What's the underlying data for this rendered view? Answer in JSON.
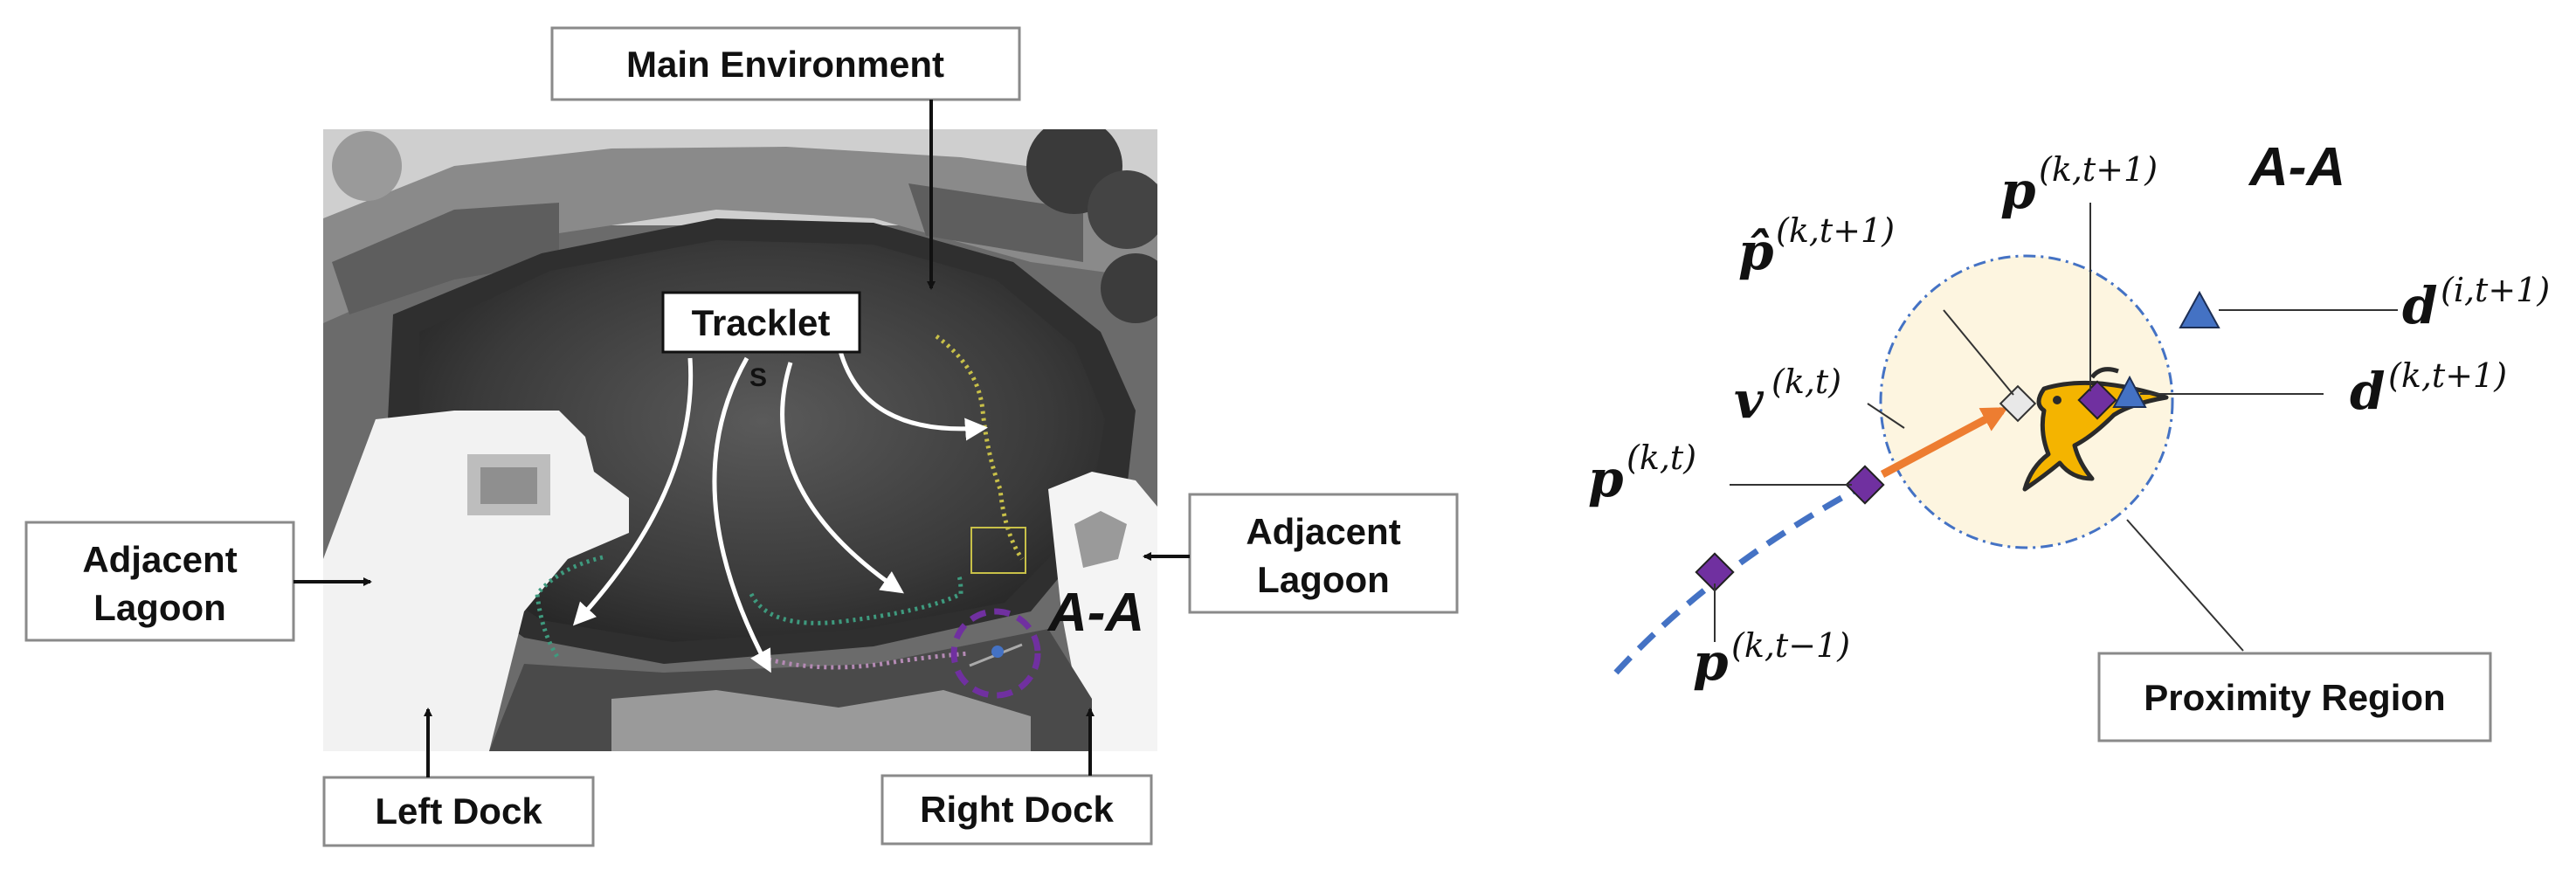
{
  "left": {
    "labels": {
      "main_env": "Main Environment",
      "tracklet": "Tracklet",
      "adj_left_1": "Adjacent",
      "adj_left_2": "Lagoon",
      "adj_right_1": "Adjacent",
      "adj_right_2": "Lagoon",
      "left_dock": "Left Dock",
      "right_dock": "Right Dock",
      "aa": "A-A",
      "s": "S"
    }
  },
  "right": {
    "aa": "A-A",
    "proximity": "Proximity Region",
    "p_hat": {
      "base": "p̂",
      "sup": "(k,t+1)"
    },
    "p_kt1": {
      "base": "p",
      "sup": "(k,t+1)"
    },
    "d_it1": {
      "base": "d",
      "sup": "(i,t+1)"
    },
    "d_kt1": {
      "base": "d",
      "sup": "(k,t+1)"
    },
    "v_kt": {
      "base": "v",
      "sup": "(k,t)"
    },
    "p_kt": {
      "base": "p",
      "sup": "(k,t)"
    },
    "p_kt_1": {
      "base": "p",
      "sup": "(k,t−1)"
    }
  },
  "colors": {
    "purple": "#7030A0",
    "blue": "#4472C4",
    "orange": "#ED7D31",
    "region_fill": "#FDF5E0",
    "dash_blue": "#4472C4",
    "yellow_track": "#C8C048",
    "green_track": "#3E9A7E",
    "pink_track": "#B48AB4"
  }
}
